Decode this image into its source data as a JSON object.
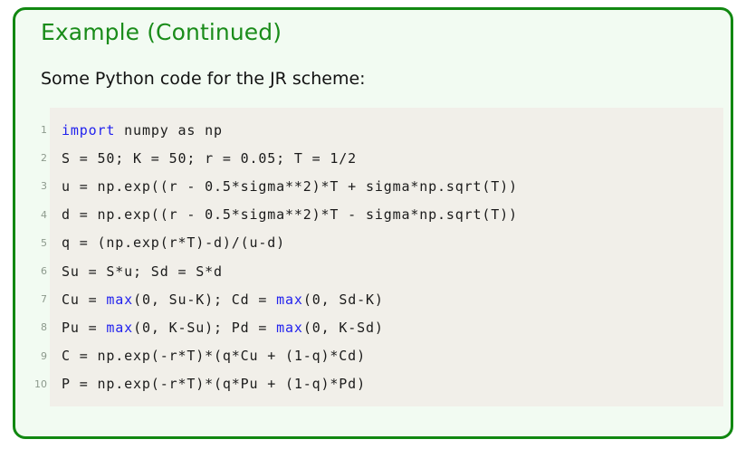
{
  "slide": {
    "title": "Example (Continued)",
    "subtitle": "Some Python code for the JR scheme:",
    "accent_color": "#118811",
    "title_color": "#1a8c1a",
    "frame_background": "#f2fbf2",
    "code_background": "#f1efe9",
    "keyword_color": "#2222ee",
    "line_number_color": "#8d9a8d"
  },
  "code": {
    "language": "python",
    "lines": [
      {
        "number": "1",
        "segments": [
          {
            "text": "import",
            "kind": "keyword"
          },
          {
            "text": " numpy as np",
            "kind": "plain"
          }
        ]
      },
      {
        "number": "2",
        "segments": [
          {
            "text": "S = 50; K = 50; r = 0.05; T = 1/2",
            "kind": "plain"
          }
        ]
      },
      {
        "number": "3",
        "segments": [
          {
            "text": "u = np.exp((r - 0.5*sigma**2)*T + sigma*np.sqrt(T))",
            "kind": "plain"
          }
        ]
      },
      {
        "number": "4",
        "segments": [
          {
            "text": "d = np.exp((r - 0.5*sigma**2)*T - sigma*np.sqrt(T))",
            "kind": "plain"
          }
        ]
      },
      {
        "number": "5",
        "segments": [
          {
            "text": "q = (np.exp(r*T)-d)/(u-d)",
            "kind": "plain"
          }
        ]
      },
      {
        "number": "6",
        "segments": [
          {
            "text": "Su = S*u; Sd = S*d",
            "kind": "plain"
          }
        ]
      },
      {
        "number": "7",
        "segments": [
          {
            "text": "Cu = ",
            "kind": "plain"
          },
          {
            "text": "max",
            "kind": "keyword"
          },
          {
            "text": "(0, Su-K); Cd = ",
            "kind": "plain"
          },
          {
            "text": "max",
            "kind": "keyword"
          },
          {
            "text": "(0, Sd-K)",
            "kind": "plain"
          }
        ]
      },
      {
        "number": "8",
        "segments": [
          {
            "text": "Pu = ",
            "kind": "plain"
          },
          {
            "text": "max",
            "kind": "keyword"
          },
          {
            "text": "(0, K-Su); Pd = ",
            "kind": "plain"
          },
          {
            "text": "max",
            "kind": "keyword"
          },
          {
            "text": "(0, K-Sd)",
            "kind": "plain"
          }
        ]
      },
      {
        "number": "9",
        "segments": [
          {
            "text": "C = np.exp(-r*T)*(q*Cu + (1-q)*Cd)",
            "kind": "plain"
          }
        ]
      },
      {
        "number": "10",
        "segments": [
          {
            "text": "P = np.exp(-r*T)*(q*Pu + (1-q)*Pd)",
            "kind": "plain"
          }
        ]
      }
    ]
  }
}
